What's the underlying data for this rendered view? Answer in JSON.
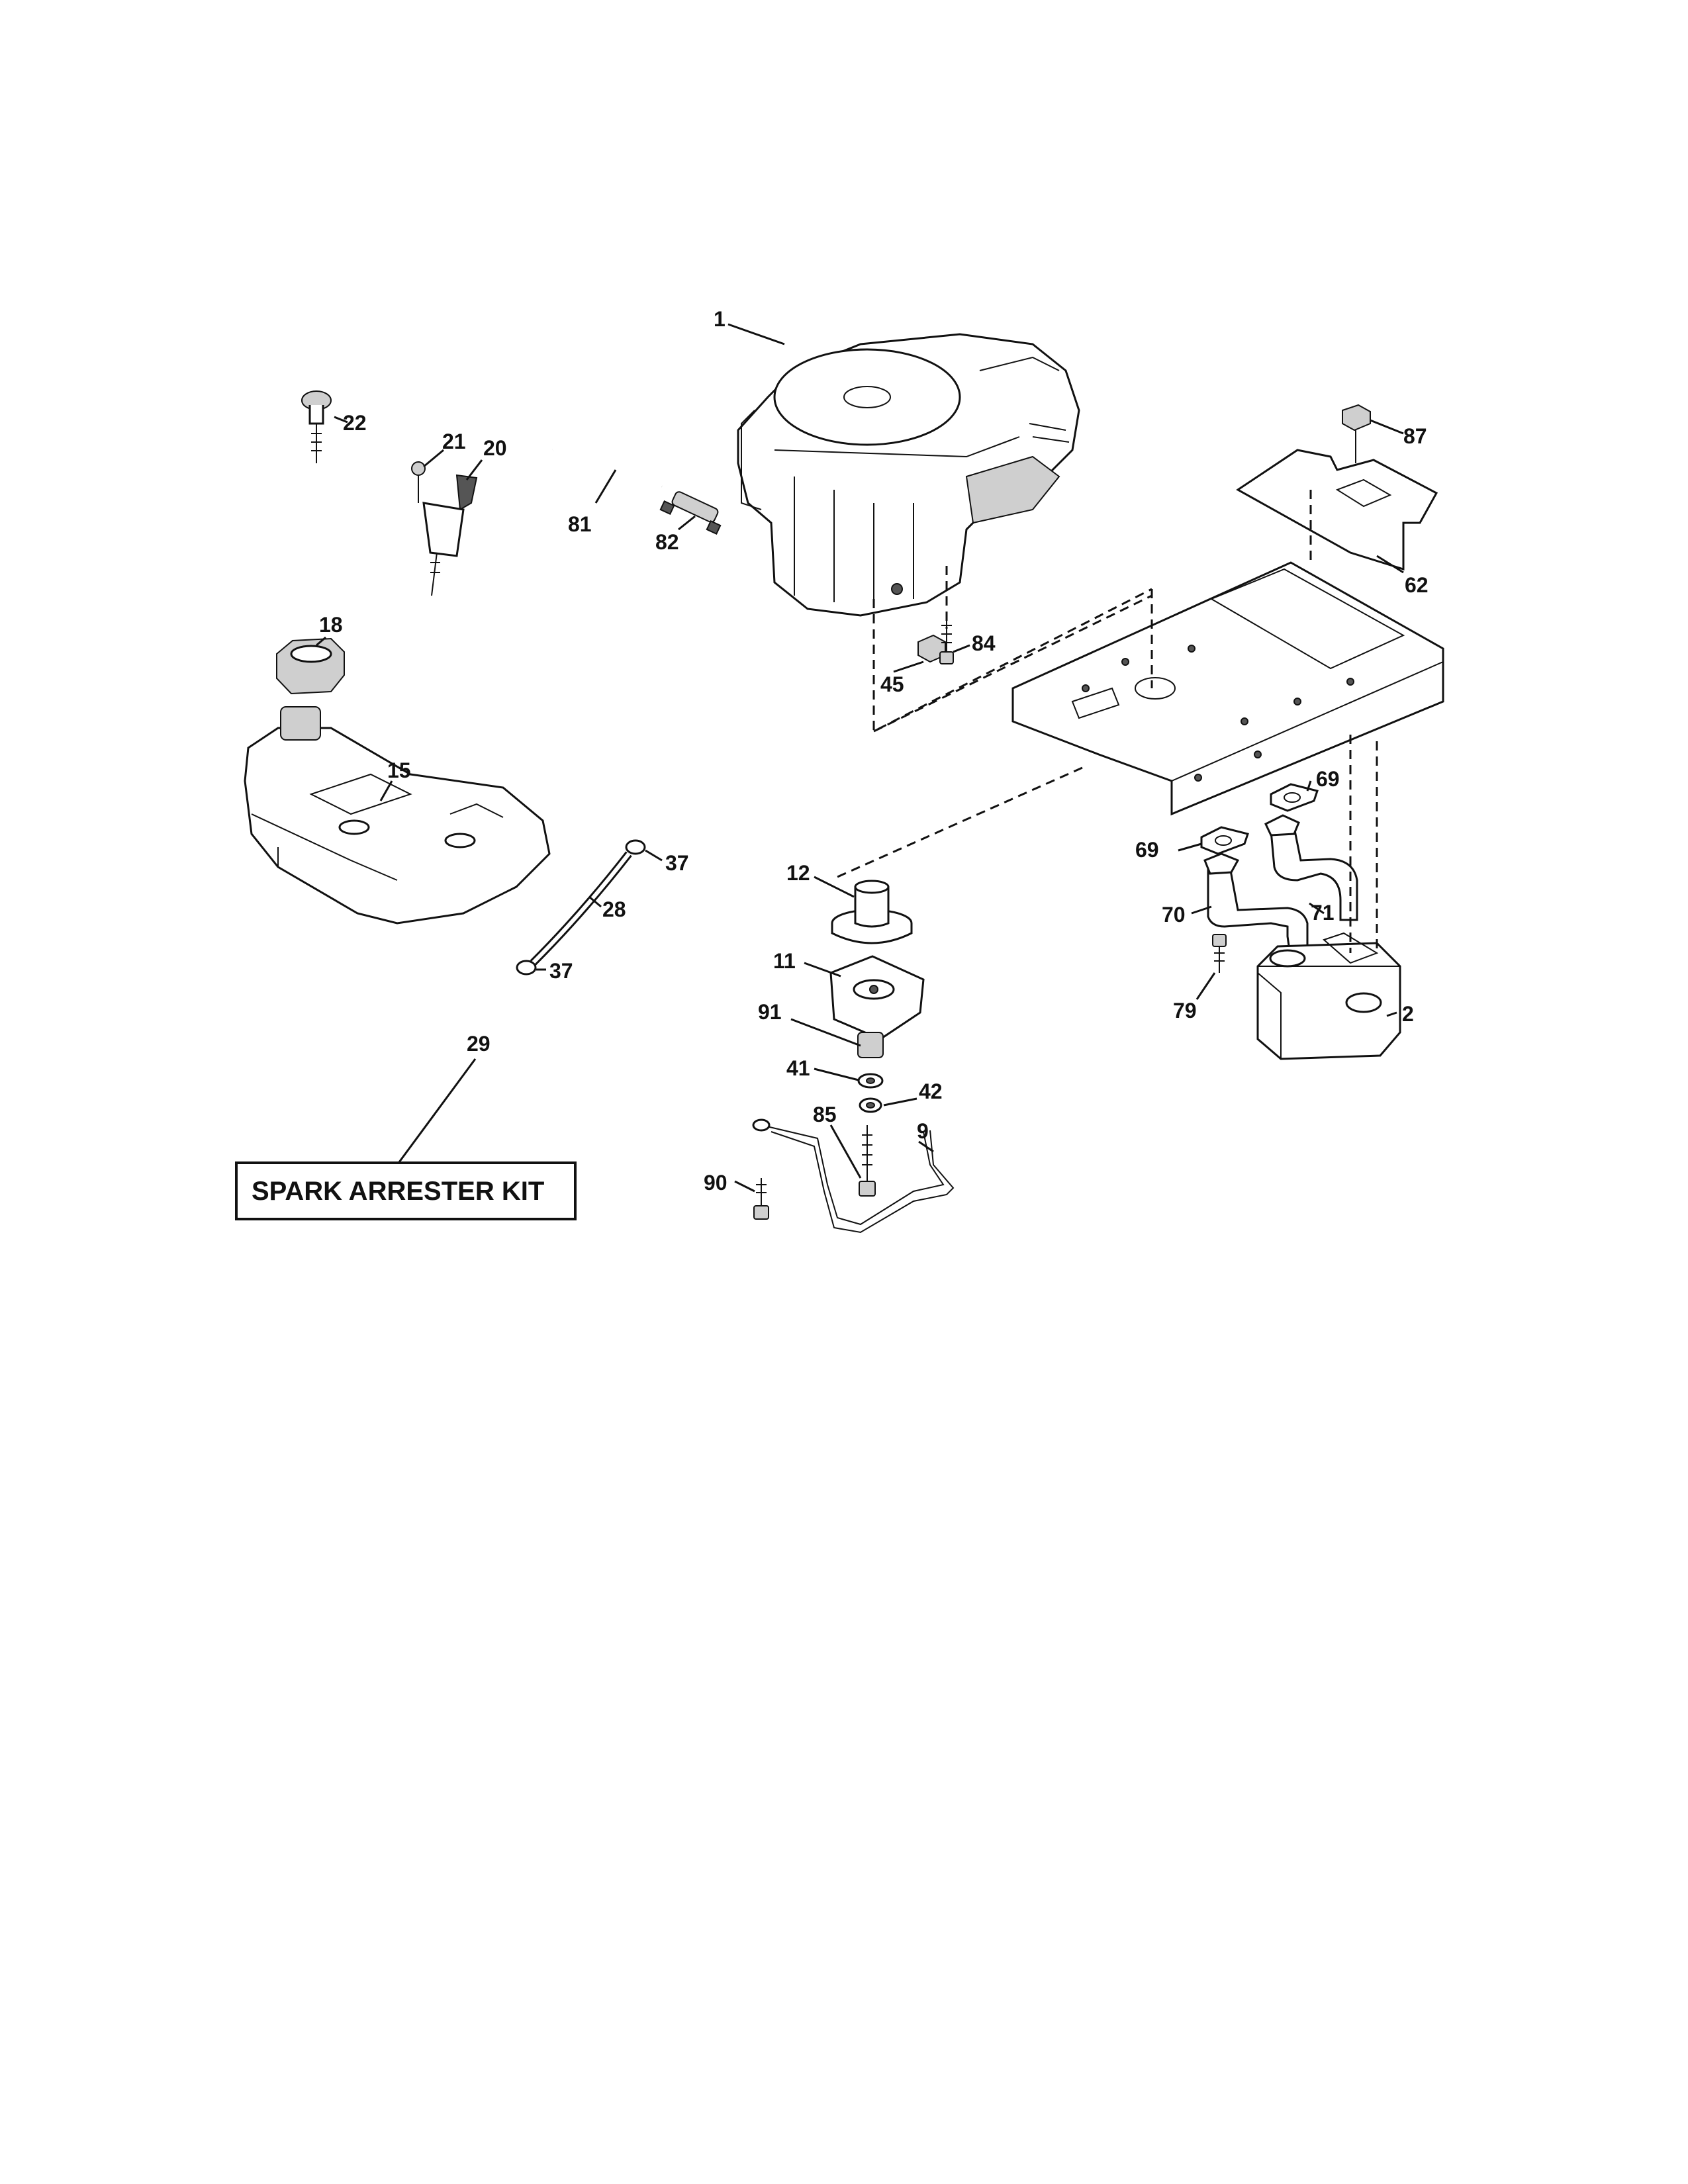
{
  "diagram": {
    "kit_label": "SPARK ARRESTER KIT",
    "callouts": {
      "p1": "1",
      "p22": "22",
      "p21": "21",
      "p20": "20",
      "p81": "81",
      "p82": "82",
      "p87": "87",
      "p62": "62",
      "p84": "84",
      "p45": "45",
      "p18": "18",
      "p15": "15",
      "p37a": "37",
      "p28": "28",
      "p37b": "37",
      "p12": "12",
      "p69a": "69",
      "p69b": "69",
      "p70": "70",
      "p71": "71",
      "p11": "11",
      "p79": "79",
      "p2": "2",
      "p91": "91",
      "p41": "41",
      "p42": "42",
      "p85": "85",
      "p9": "9",
      "p90": "90",
      "p29": "29"
    }
  }
}
